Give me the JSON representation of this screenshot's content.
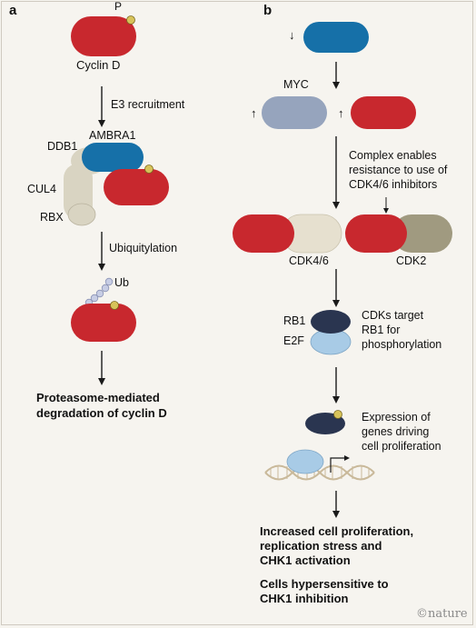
{
  "panels": {
    "a": "a",
    "b": "b"
  },
  "colors": {
    "cyclin": "#c8282e",
    "ambra1": "#1670a8",
    "myc": "#96a4bd",
    "cdk46": "#e6e0cf",
    "cdk2": "#a09a80",
    "rb1": "#2a3550",
    "e2f": "#a8cbe6",
    "phosphate": "#d7c35a",
    "ub": "#c7cde4",
    "scaffold": "#d9d4c2"
  },
  "panel_a": {
    "phosphate_label": "P",
    "cyclin_d_label": "Cyclin D",
    "step1_label": "E3 recruitment",
    "ddb1_label": "DDB1",
    "ambra1_label": "AMBRA1",
    "cul4_label": "CUL4",
    "rbx_label": "RBX",
    "step2_label": "Ubiquitylation",
    "ub_label": "Ub",
    "result_line1": "Proteasome-mediated",
    "result_line2": "degradation of cyclin D"
  },
  "panel_b": {
    "down_arrow": "↓",
    "up_arrow": "↑",
    "myc_label": "MYC",
    "complex_line1": "Complex enables",
    "complex_line2": "resistance to use of",
    "complex_line3": "CDK4/6 inhibitors",
    "cdk46_label": "CDK4/6",
    "cdk2_label": "CDK2",
    "rb1_label": "RB1",
    "e2f_label": "E2F",
    "target_line1": "CDKs target",
    "target_line2": "RB1 for",
    "target_line3": "phosphorylation",
    "expr_line1": "Expression of",
    "expr_line2": "genes driving",
    "expr_line3": "cell proliferation",
    "out_line1": "Increased cell proliferation,",
    "out_line2": "replication stress and",
    "out_line3": "CHK1 activation",
    "out_line4": "Cells hypersensitive to",
    "out_line5": "CHK1 inhibition"
  },
  "credit": "©nature"
}
